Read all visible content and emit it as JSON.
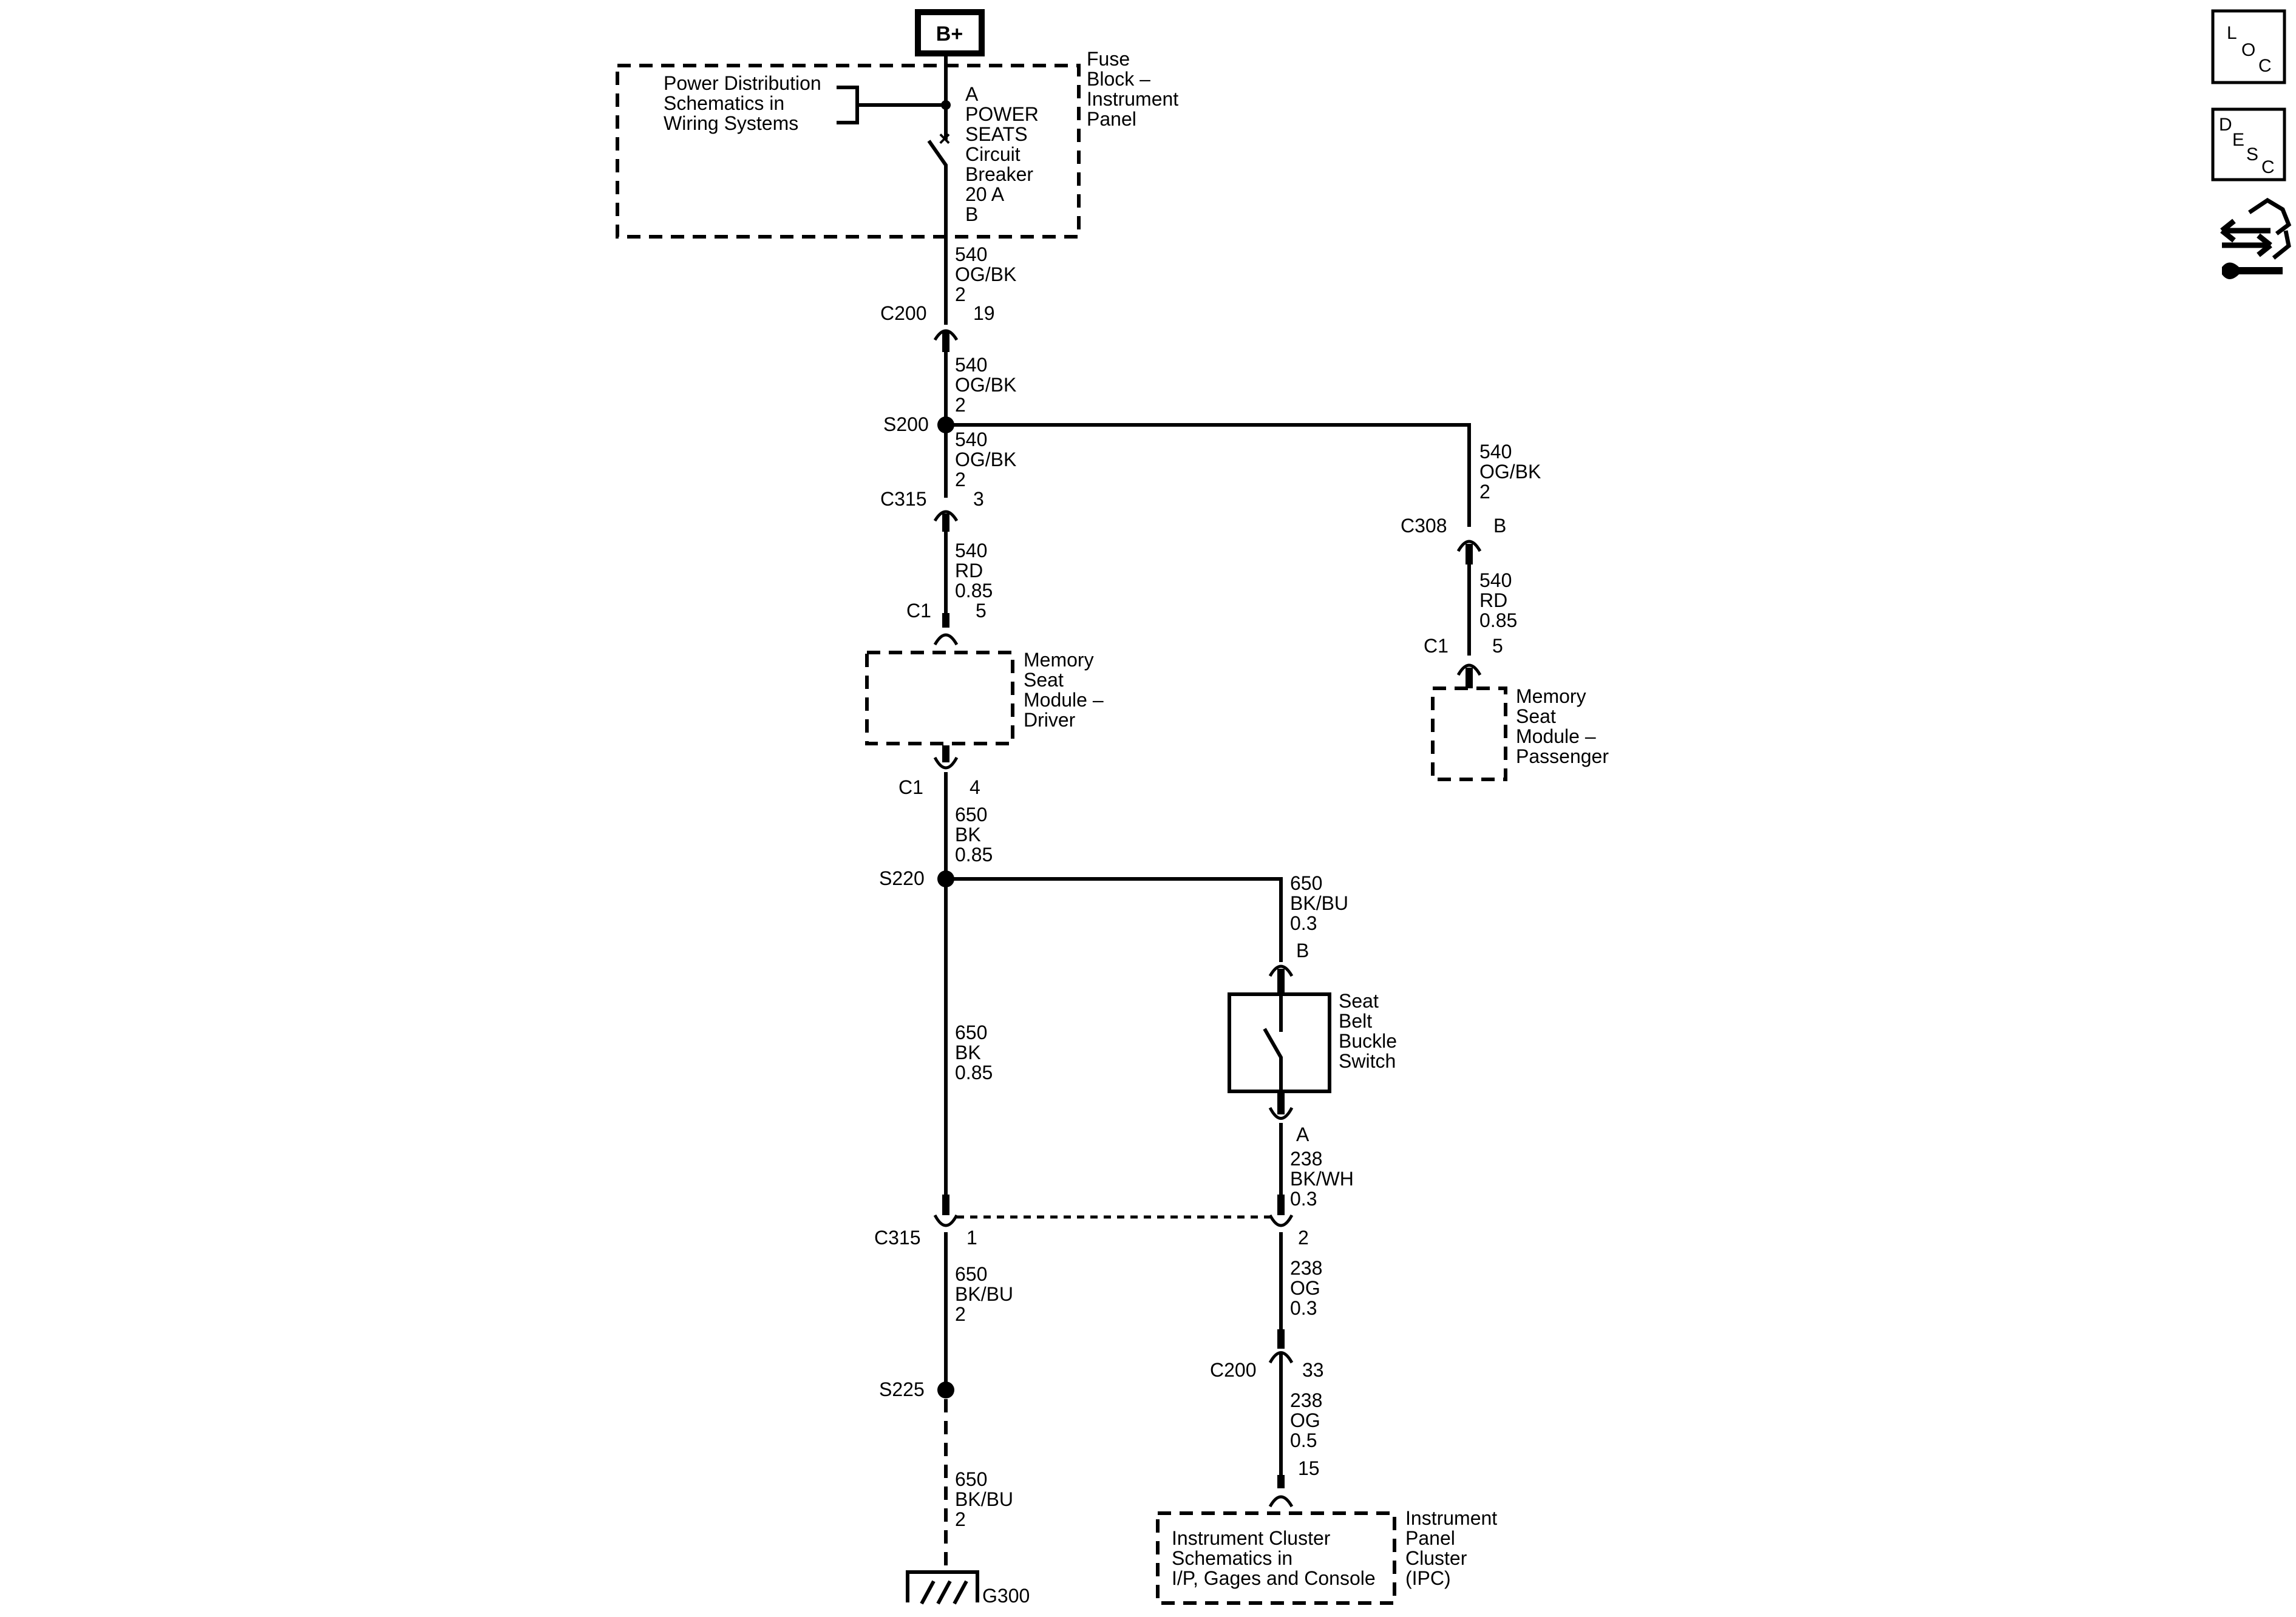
{
  "power": {
    "label": "B+"
  },
  "fuse_block": {
    "name": [
      "Fuse",
      "Block –",
      "Instrument",
      "Panel"
    ],
    "breaker": [
      "A",
      "POWER",
      "SEATS",
      "Circuit",
      "Breaker",
      "20 A",
      "B"
    ],
    "ref": [
      "Power Distribution",
      "Schematics in",
      "Wiring  Systems"
    ]
  },
  "wire_540_ogbk": [
    "540",
    "OG/BK",
    "2"
  ],
  "wire_540_rd": [
    "540",
    "RD",
    "0.85"
  ],
  "wire_650_bk": [
    "650",
    "BK",
    "0.85"
  ],
  "wire_650_bkbu_03": [
    "650",
    "BK/BU",
    "0.3"
  ],
  "wire_650_bkbu_2": [
    "650",
    "BK/BU",
    "2"
  ],
  "wire_238_bkwh": [
    "238",
    "BK/WH",
    "0.3"
  ],
  "wire_238_og_03": [
    "238",
    "OG",
    "0.3"
  ],
  "wire_238_og_05": [
    "238",
    "OG",
    "0.5"
  ],
  "connectors": {
    "c200": "C200",
    "c200_pin19": "19",
    "c200_pin33": "33",
    "c315": "C315",
    "c315_pin3": "3",
    "c315_pin1": "1",
    "c315_pin2": "2",
    "c308": "C308",
    "c308_pinB": "B",
    "c1": "C1",
    "pin5": "5",
    "pin4": "4",
    "sw_pinB": "B",
    "sw_pinA": "A",
    "ipc_pin15": "15"
  },
  "splices": {
    "s200": "S200",
    "s220": "S220",
    "s225": "S225"
  },
  "ground": {
    "label": "G300"
  },
  "modules": {
    "driver": [
      "Memory",
      "Seat",
      "Module –",
      "Driver"
    ],
    "passenger": [
      "Memory",
      "Seat",
      "Module –",
      "Passenger"
    ],
    "switch": [
      "Seat",
      "Belt",
      "Buckle",
      "Switch"
    ],
    "ipc": [
      "Instrument",
      "Panel",
      "Cluster",
      "(IPC)"
    ],
    "ipc_ref": [
      "Instrument Cluster",
      "Schematics in",
      "I/P, Gages and Console"
    ]
  },
  "nav": {
    "loc": [
      "L",
      "O",
      "C"
    ],
    "desc": [
      "D",
      "E",
      "S",
      "C"
    ]
  }
}
